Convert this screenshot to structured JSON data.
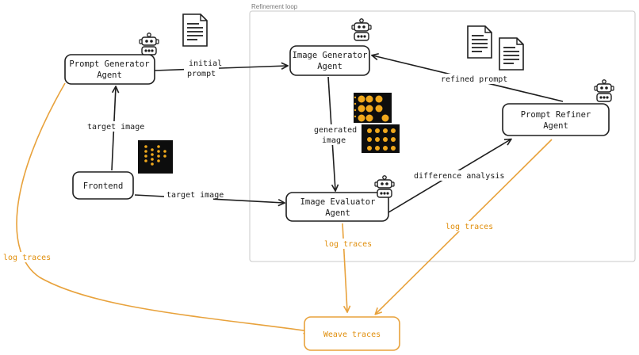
{
  "colors": {
    "stroke": "#1e1e1e",
    "log": "#e8a23c",
    "log_text": "#e08e0b",
    "group_border": "#c8c8c8",
    "dot": "#f0a81c"
  },
  "group": {
    "label": "Refinement loop"
  },
  "nodes": {
    "prompt_generator": {
      "line1": "Prompt Generator",
      "line2": "Agent"
    },
    "image_generator": {
      "line1": "Image Generator",
      "line2": "Agent"
    },
    "prompt_refiner": {
      "line1": "Prompt Refiner",
      "line2": "Agent"
    },
    "frontend": {
      "label": "Frontend"
    },
    "image_evaluator": {
      "line1": "Image Evaluator",
      "line2": "Agent"
    },
    "weave_traces": {
      "label": "Weave traces"
    }
  },
  "edges": {
    "initial_prompt": {
      "line1": "initial",
      "line2": "prompt"
    },
    "refined_prompt": {
      "label": "refined prompt"
    },
    "target_image_up": {
      "label": "target image"
    },
    "generated_image": {
      "line1": "generated",
      "line2": "image"
    },
    "difference_analysis": {
      "label": "difference analysis"
    },
    "target_image_right": {
      "label": "target image"
    },
    "log_traces_left": {
      "label": "log traces"
    },
    "log_traces_mid": {
      "label": "log traces"
    },
    "log_traces_right": {
      "label": "log traces"
    }
  },
  "icons": [
    "robot-icon",
    "document-icon",
    "image-thumbnail"
  ]
}
